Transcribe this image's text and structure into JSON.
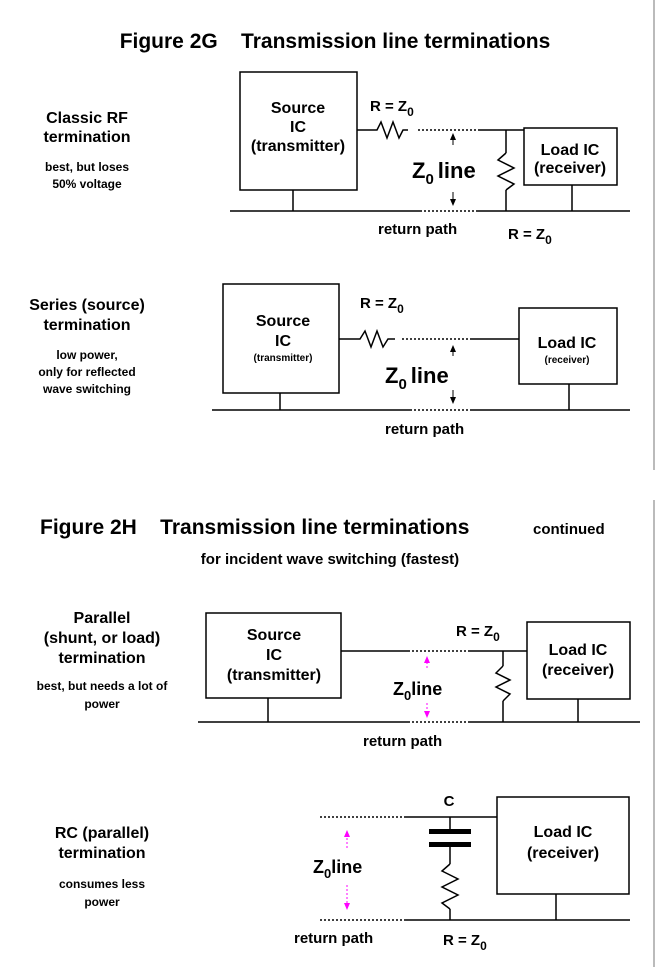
{
  "figure_2g": {
    "title": "Figure 2G    Transmission line terminations",
    "classic": {
      "label_line1": "Classic RF",
      "label_line2": "termination",
      "note_line1": "best, but loses",
      "note_line2": "50% voltage",
      "source_line1": "Source",
      "source_line2": "IC",
      "source_line3": "(transmitter)",
      "load_line1": "Load IC",
      "load_line2": "(receiver)",
      "series_r_prefix": "R = Z",
      "series_r_sub": "0",
      "z0_prefix": "Z",
      "z0_sub": "0",
      "z0_suffix": "line",
      "return_path": "return path",
      "shunt_r_prefix": "R = Z",
      "shunt_r_sub": "0"
    },
    "series": {
      "label_line1": "Series (source)",
      "label_line2": "termination",
      "note_line1": "low power,",
      "note_line2": "only for reflected",
      "note_line3": "wave switching",
      "source_line1": "Source",
      "source_line2": "IC",
      "source_line3": "(transmitter)",
      "load_line1": "Load IC",
      "load_line2": "(receiver)",
      "series_r_prefix": "R = Z",
      "series_r_sub": "0",
      "z0_prefix": "Z",
      "z0_sub": "0",
      "z0_suffix": "line",
      "return_path": "return path"
    }
  },
  "figure_2h": {
    "title": "Figure 2H    Transmission line terminations",
    "title_suffix": "continued",
    "subtitle": "for incident wave switching (fastest)",
    "parallel": {
      "label_line1": "Parallel",
      "label_line2": "(shunt, or load)",
      "label_line3": "termination",
      "note_line1": "best, but needs a lot of",
      "note_line2": "power",
      "source_line1": "Source",
      "source_line2": "IC",
      "source_line3": "(transmitter)",
      "load_line1": "Load IC",
      "load_line2": "(receiver)",
      "shunt_r_prefix": "R = Z",
      "shunt_r_sub": "0",
      "z0_prefix": "Z",
      "z0_sub": "0",
      "z0_suffix": "line",
      "return_path": "return path"
    },
    "rc": {
      "label_line1": "RC (parallel)",
      "label_line2": "termination",
      "note_line1": "consumes less",
      "note_line2": "power",
      "capacitor_label": "C",
      "load_line1": "Load IC",
      "load_line2": "(receiver)",
      "z0_prefix": "Z",
      "z0_sub": "0",
      "z0_suffix": "line",
      "return_path": "return path",
      "shunt_r_prefix": "R = Z",
      "shunt_r_sub": "0"
    }
  },
  "colors": {
    "ink": "#000000",
    "arrow_magenta": "#ff00ff",
    "separator": "#bbbbbb"
  }
}
